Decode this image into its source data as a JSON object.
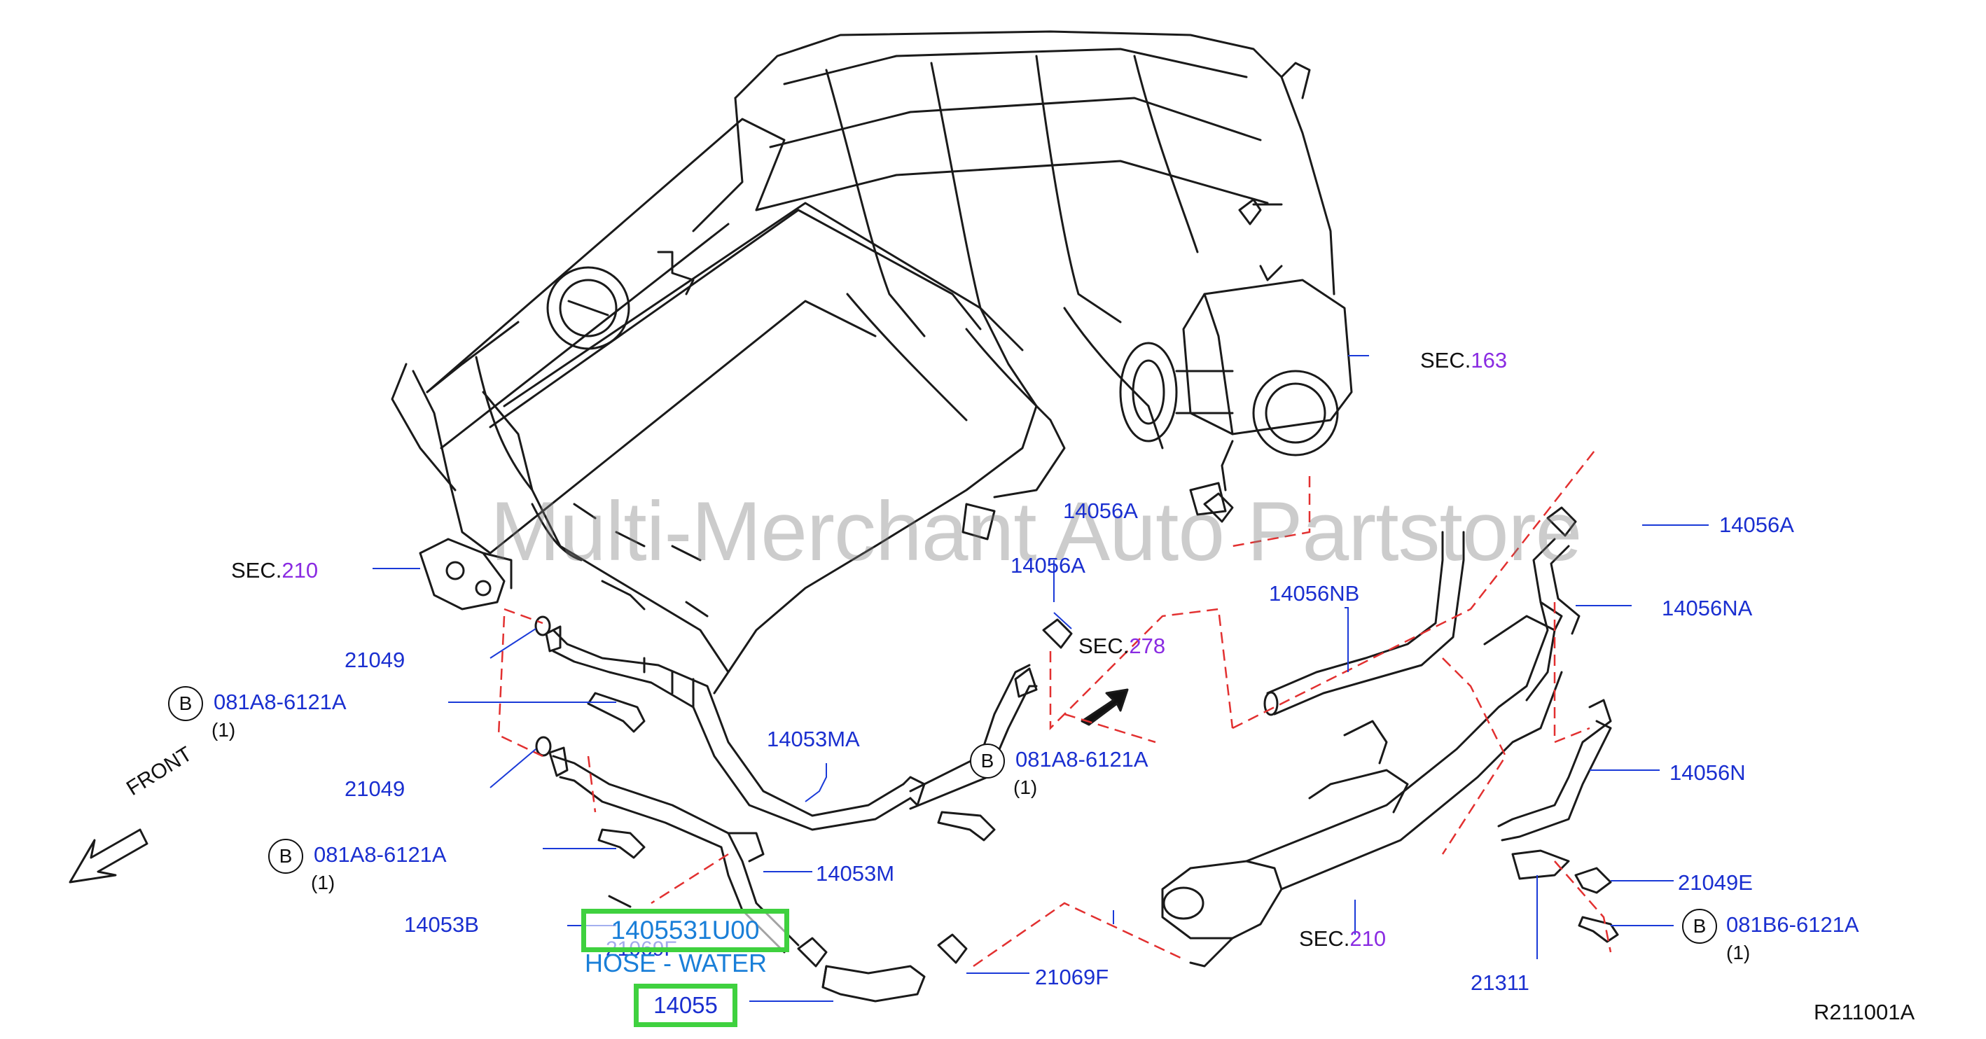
{
  "watermark": "Multi-Merchant Auto Partstore",
  "figure_code": "R211001A",
  "front_label": "FRONT",
  "badge_letter": "B",
  "qty_one": "(1)",
  "sec_prefix": "SEC.",
  "sections": {
    "s163": "163",
    "s210": "210",
    "s278": "278"
  },
  "parts": {
    "p14056A": "14056A",
    "p14056NB": "14056NB",
    "p14056NA": "14056NA",
    "p14056N": "14056N",
    "p21049": "21049",
    "p081A8": "081A8-6121A",
    "p081B6": "081B6-6121A",
    "p14053MA": "14053MA",
    "p14053M": "14053M",
    "p14053B": "14053B",
    "p21069F": "21069F",
    "p21049E": "21049E",
    "p21311": "21311",
    "p14055": "14055"
  },
  "highlight": {
    "part_number": "1405531U00",
    "description": "HOSE - WATER",
    "overlap_text": "21069F"
  },
  "colors": {
    "label_blue": "#1a2fd0",
    "sec_purple": "#8a2be2",
    "highlight_green": "#3fd13f",
    "dash_red": "#e23030"
  }
}
